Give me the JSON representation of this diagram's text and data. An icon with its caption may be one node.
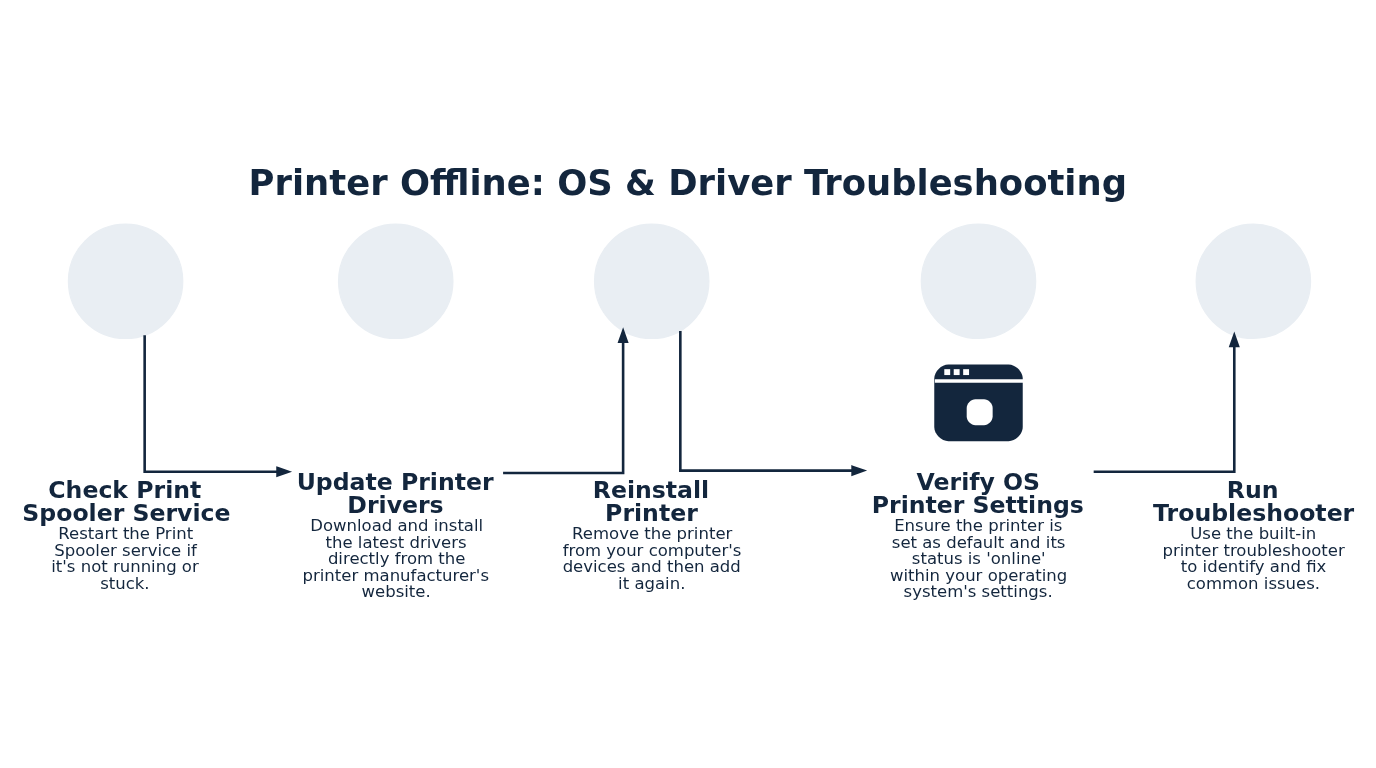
{
  "diagram": {
    "title": "Printer Offline: OS & Driver Troubleshooting",
    "nodes": [
      {
        "text": [],
        "shape": "circle"
      },
      {
        "text": [
          "Check Print Spooler Service",
          "Restart the Print Spooler service if it's not running or stuck."
        ]
      },
      {
        "text": [],
        "shape": "circle"
      },
      {
        "text": [
          "Update Printer Drivers",
          "Download and install the latest drivers directly from the printer manufacturer's website."
        ]
      },
      {
        "text": [],
        "shape": "circle"
      },
      {
        "text": [
          "Reinstall Printer",
          "Remove the printer from your computer's devices and then add it again."
        ]
      },
      {
        "text": [],
        "shape": "circle"
      },
      {
        "text": [
          "Verify OS Printer Settings",
          "Ensure the printer is set as default and its status is 'online' within your operating system's settings."
        ]
      },
      {
        "text": [],
        "shape": "picture"
      },
      {
        "text": [],
        "shape": "circle"
      },
      {
        "text": [
          "Run Troubleshooter",
          "Use the built-in printer troubleshooter to identify and fix common issues."
        ]
      }
    ],
    "edges": [
      {
        "from": 0,
        "to": 3,
        "arrow": "to"
      },
      {
        "from": 3,
        "to": 4,
        "arrow": "to"
      },
      {
        "from": 4,
        "to": 7,
        "arrow": "to"
      },
      {
        "from": 7,
        "to": 9,
        "arrow": "to"
      }
    ]
  }
}
